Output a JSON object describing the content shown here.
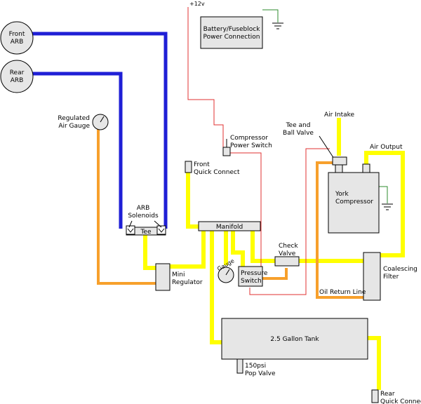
{
  "labels": {
    "front_arb_1": "Front",
    "front_arb_2": "ARB",
    "rear_arb_1": "Rear",
    "rear_arb_2": "ARB",
    "reg_gauge_1": "Regulated",
    "reg_gauge_2": "Air Gauge",
    "plus12v": "+12v",
    "battery_1": "Battery/Fuseblock",
    "battery_2": "Power Connection",
    "comp_switch_1": "Compressor",
    "comp_switch_2": "Power Switch",
    "front_qc_1": "Front",
    "front_qc_2": "Quick Connect",
    "arb_solenoids_1": "ARB",
    "arb_solenoids_2": "Solenoids",
    "tee": "Tee",
    "manifold": "Manifold",
    "mini_reg_1": "Mini",
    "mini_reg_2": "Regulator",
    "gauge": "Gauge",
    "pressure_switch_1": "Pressure",
    "pressure_switch_2": "Switch",
    "check_valve_1": "Check",
    "check_valve_2": "Valve",
    "air_intake": "Air Intake",
    "tee_ball_1": "Tee and",
    "tee_ball_2": "Ball Valve",
    "air_output": "Air Output",
    "york_1": "York",
    "york_2": "Compressor",
    "coalescing_1": "Coalescing",
    "coalescing_2": "Filter",
    "oil_return": "Oil Return Line",
    "tank": "2.5 Gallon Tank",
    "pop_valve_1": "150psi",
    "pop_valve_2": "Pop Valve",
    "rear_qc_1": "Rear",
    "rear_qc_2": "Quick Connect"
  },
  "colors": {
    "air_line_yellow": "#ffff00",
    "regulated_line_orange": "#f7a02c",
    "arb_line_blue": "#1f1fd6",
    "wire_red": "#e03030",
    "ground_green": "#2e8b2e",
    "component_fill": "#e6e6e6"
  }
}
